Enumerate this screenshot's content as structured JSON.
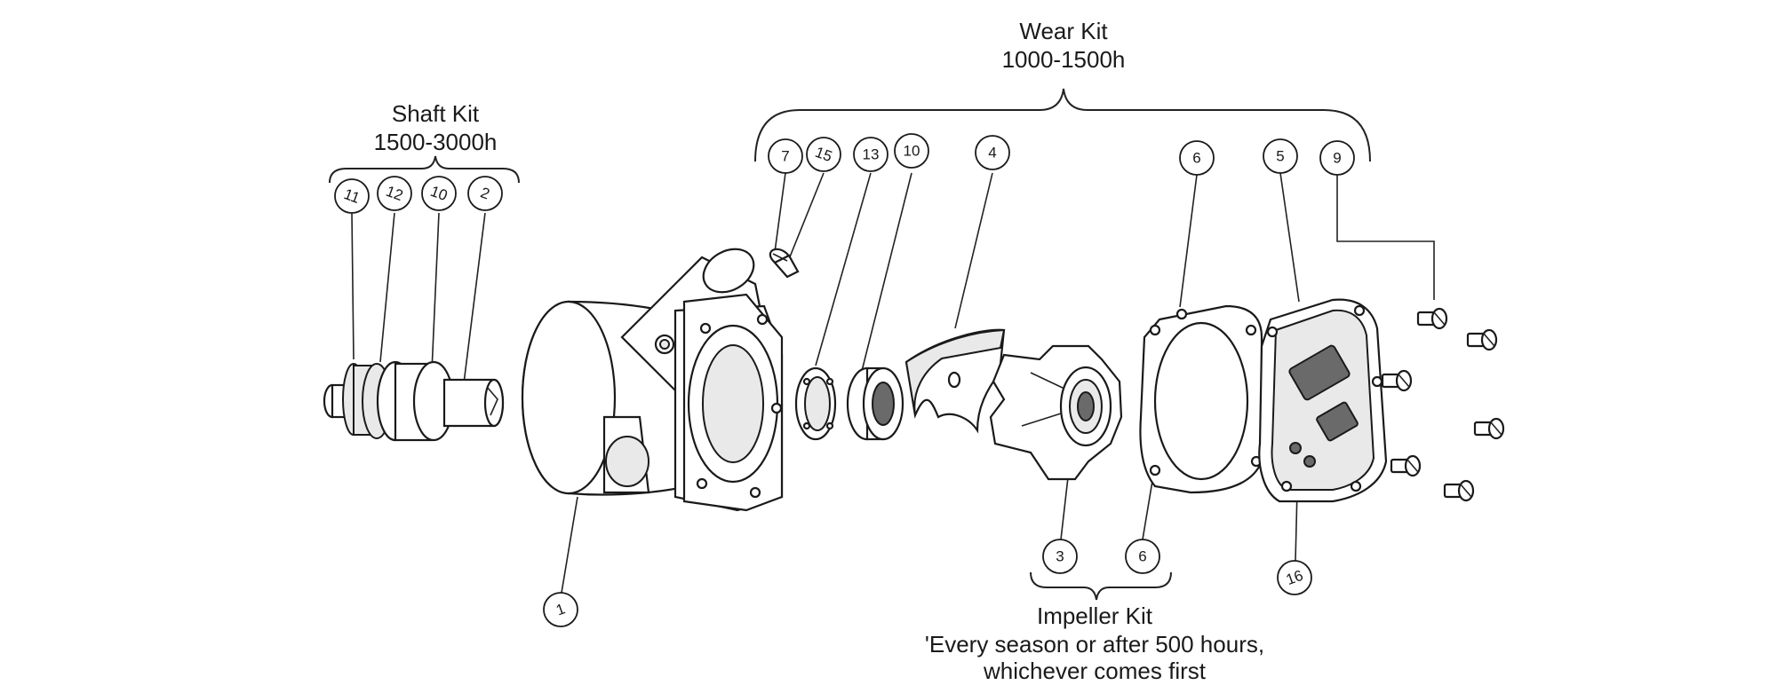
{
  "kits": {
    "wear": {
      "title": "Wear Kit",
      "interval": "1000-1500h"
    },
    "shaft": {
      "title": "Shaft Kit",
      "interval": "1500-3000h"
    },
    "impeller": {
      "title": "Impeller Kit",
      "note_line1": "'Every season or after 500 hours,",
      "note_line2": "whichever comes first"
    }
  },
  "callouts": {
    "c11": "11",
    "c12": "12",
    "c10a": "10",
    "c2": "2",
    "c7": "7",
    "c15": "15",
    "c13": "13",
    "c10b": "10",
    "c4": "4",
    "c6a": "6",
    "c5": "5",
    "c9": "9",
    "c1": "1",
    "c3": "3",
    "c6b": "6",
    "c16": "16"
  }
}
